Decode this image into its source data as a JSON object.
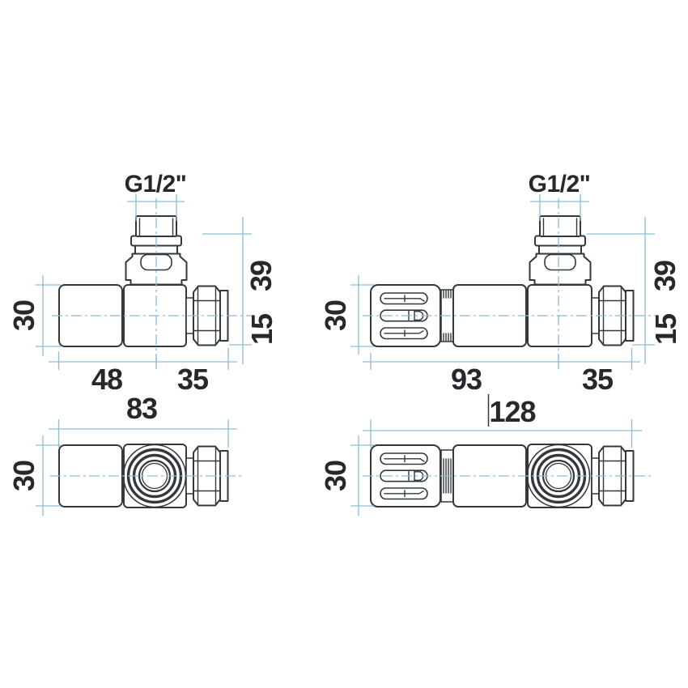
{
  "colors": {
    "line": "#33383d",
    "dimension": "#8cbdd7",
    "text": "#26282b",
    "background": "#ffffff"
  },
  "front_left": {
    "thread_label": "G1/2\"",
    "body_diameter": "30",
    "center_height": "39",
    "outlet_offset": "15",
    "length_left": "48",
    "length_right": "35"
  },
  "front_right": {
    "thread_label": "G1/2\"",
    "body_diameter": "30",
    "center_height": "39",
    "outlet_offset": "15",
    "length_left": "93",
    "length_right": "35"
  },
  "top_left": {
    "total_length": "83",
    "body_diameter": "30"
  },
  "top_right": {
    "total_length": "128",
    "body_diameter": "30"
  }
}
